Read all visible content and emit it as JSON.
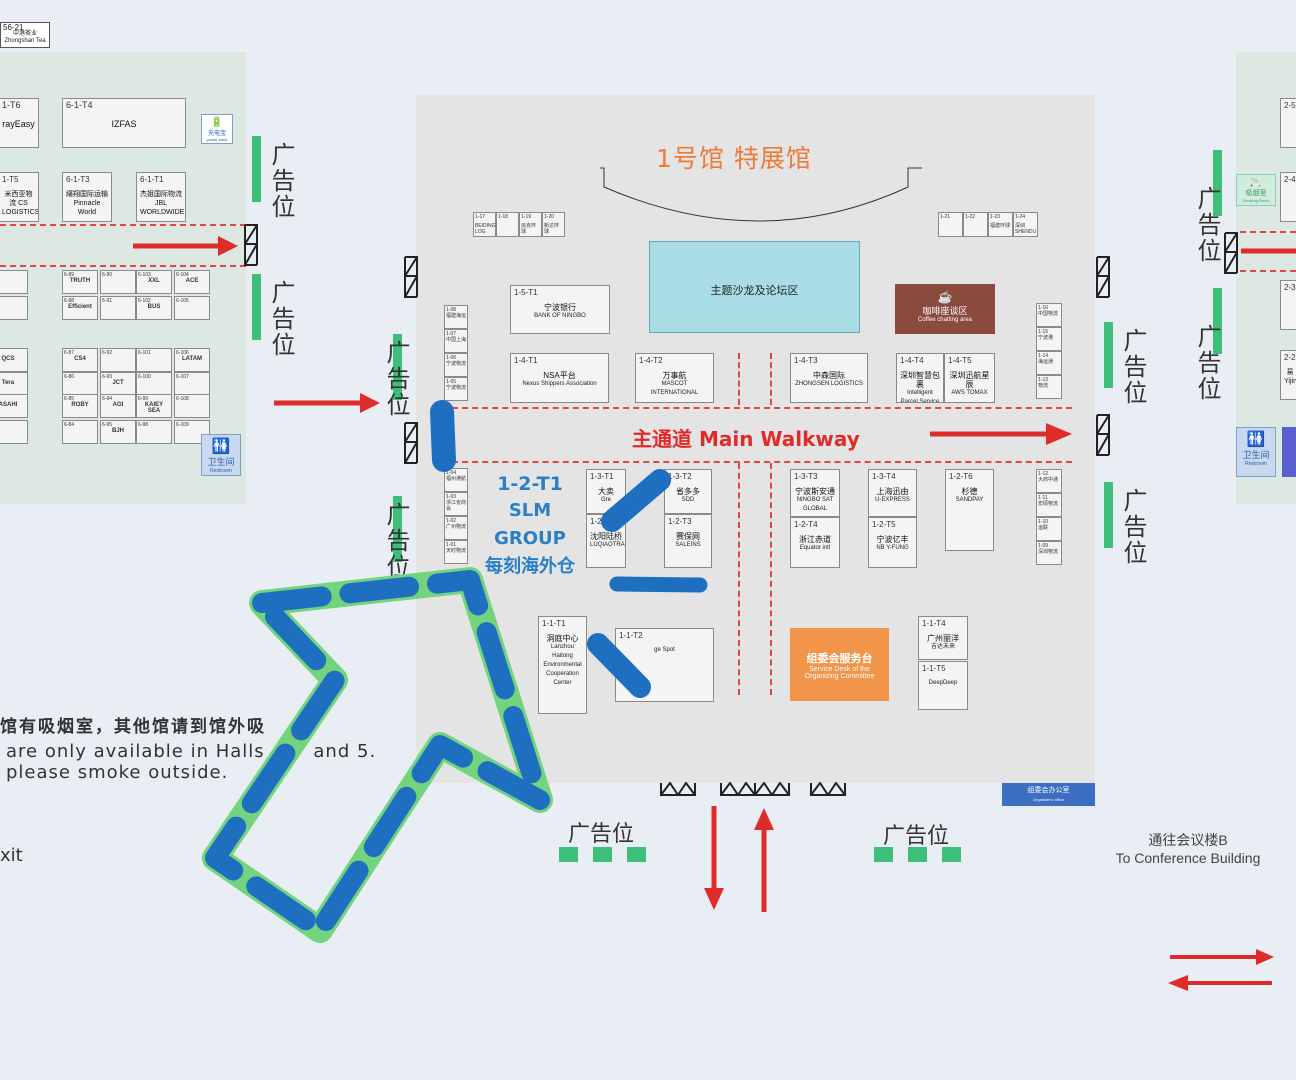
{
  "top_left_tag": {
    "code": "56-21",
    "cn": "中港茶业",
    "en": "Zhongshan Tea"
  },
  "hall_main": {
    "title": "1号馆 特展馆",
    "forum": "主题沙龙及论坛区",
    "coffee_cn": "咖啡座谈区",
    "coffee_en": "Coffee chatting area",
    "walkway": "主通道 Main Walkway",
    "service_cn": "组委会服务台",
    "service_en1": "Service Desk of the",
    "service_en2": "Organizing Committee",
    "office_cn": "组委会办公室",
    "office_en": "Organizer's office",
    "top_small_left": [
      {
        "code": "1-17",
        "name": "BEIDING LOG"
      },
      {
        "code": "1-18",
        "name": ""
      },
      {
        "code": "1-19",
        "name": "派克环球"
      },
      {
        "code": "1-20",
        "name": "新达环球"
      }
    ],
    "top_small_right": [
      {
        "code": "1-21",
        "name": ""
      },
      {
        "code": "1-22",
        "name": ""
      },
      {
        "code": "1-23",
        "name": "福建环球"
      },
      {
        "code": "1-24",
        "name": "深圳 SHENDU"
      }
    ],
    "left_column": [
      {
        "code": "1-08",
        "name": "福建海运"
      },
      {
        "code": "1-07",
        "name": "中国上海"
      },
      {
        "code": "1-06",
        "name": "宁波物流"
      },
      {
        "code": "1-05",
        "name": "宁波物流"
      }
    ],
    "left_column_lower": [
      {
        "code": "1-04",
        "name": "福州港航"
      },
      {
        "code": "1-03",
        "name": "浙江省商会"
      },
      {
        "code": "1-02",
        "name": "广州物流"
      },
      {
        "code": "1-01",
        "name": "天时物流"
      }
    ],
    "right_column": [
      {
        "code": "1-16",
        "name": "中国物流"
      },
      {
        "code": "1-15",
        "name": "宁波港"
      },
      {
        "code": "1-14",
        "name": "海运通"
      },
      {
        "code": "1-13",
        "name": "物流"
      }
    ],
    "right_column_lower": [
      {
        "code": "1-12",
        "name": "大商中通"
      },
      {
        "code": "1-11",
        "name": "宏硕物流"
      },
      {
        "code": "1-10",
        "name": "运联"
      },
      {
        "code": "1-09",
        "name": "深圳物流"
      }
    ],
    "booths": {
      "b1_5_t1": {
        "code": "1-5-T1",
        "name": "宁波银行",
        "en": "BANK OF NINGBO"
      },
      "b1_4_t1": {
        "code": "1-4-T1",
        "name": "NSA平台",
        "en": "Nexus Shippers Association"
      },
      "b1_4_t2": {
        "code": "1-4-T2",
        "name": "万事航",
        "en": "MASCOT INTERNATIONAL"
      },
      "b1_4_t3": {
        "code": "1-4-T3",
        "name": "中森国际",
        "en": "ZHONGSEN LOGISTICS"
      },
      "b1_4_t4": {
        "code": "1-4-T4",
        "name": "深圳智慧包裹",
        "en": "Intelligent Parcel Service"
      },
      "b1_4_t5": {
        "code": "1-4-T5",
        "name": "深圳迅航星辰",
        "en": "AWS TOMAX"
      },
      "b1_2_t1": {
        "code": "1-2-T1",
        "name": "SLM GROUP",
        "en": "每刻海外仓"
      },
      "b1_3_t1": {
        "code": "1-3-T1",
        "name": "大卖",
        "en": "Gre"
      },
      "b1_2_t2": {
        "code": "1-2-",
        "name": "沈阳陆桥",
        "en": "LUQIAOTRANS"
      },
      "b1_3_t2": {
        "code": "1-3-T2",
        "name": "省多多",
        "en": "SDD"
      },
      "b1_2_t3": {
        "code": "1-2-T3",
        "name": "赛保网",
        "en": "SALEINS"
      },
      "b1_3_t3": {
        "code": "1-3-T3",
        "name": "宁波斯安通",
        "en": "NINGBO SAT GLOBAL"
      },
      "b1_3_t4": {
        "code": "1-3-T4",
        "name": "上海迅由",
        "en": "U-EXPRESS"
      },
      "b1_2_t6": {
        "code": "1-2-T6",
        "name": "杉德",
        "en": "SANDPAY"
      },
      "b1_2_t4": {
        "code": "1-2-T4",
        "name": "浙江赤道",
        "en": "Equator intl"
      },
      "b1_2_t5": {
        "code": "1-2-T5",
        "name": "宁波亿丰",
        "en": "NB Y-FUNG"
      },
      "b1_1_t1": {
        "code": "1-1-T1",
        "name": "洞庭中心",
        "en": "Lanzhou Haitong Environmental Cooperation Center"
      },
      "b1_1_t2": {
        "code": "1-1-T2",
        "name": "",
        "en": "ge Spot"
      },
      "b1_1_t4": {
        "code": "1-1-T4",
        "name": "广州丽洋",
        "en": "吉达未来"
      },
      "b1_1_t5": {
        "code": "1-1-T5",
        "name": "",
        "en": "DeepDeep"
      }
    }
  },
  "hall_left": {
    "booths": [
      {
        "code": "1-T6",
        "name": "rayEasy"
      },
      {
        "code": "6-1-T4",
        "name": "IZFAS"
      },
      {
        "code": "1-T5",
        "name": "米西亚物流 CS LOGISTICS"
      },
      {
        "code": "6-1-T3",
        "name": "縉翔国际运输 Pinnacle World"
      },
      {
        "code": "6-1-T1",
        "name": "杰姐国际物流 JBL WORLDWIDE"
      }
    ],
    "grid_cols": [
      [
        {
          "code": "6-76",
          "name": ""
        },
        {
          "code": "6-77",
          "name": ""
        },
        {
          "code": "6-78",
          "name": "QCS"
        },
        {
          "code": "6-79",
          "name": "Tera"
        },
        {
          "code": "6-80",
          "name": "ASAHI"
        },
        {
          "code": "6-81",
          "name": ""
        }
      ],
      [
        {
          "code": "6-89",
          "name": "TRUTH"
        },
        {
          "code": "6-88",
          "name": "Efficient"
        },
        {
          "code": "6-87",
          "name": "CS4"
        },
        {
          "code": "6-86",
          "name": ""
        },
        {
          "code": "6-85",
          "name": "ROBY"
        },
        {
          "code": "6-84",
          "name": ""
        }
      ],
      [
        {
          "code": "6-90",
          "name": ""
        },
        {
          "code": "6-91",
          "name": ""
        },
        {
          "code": "6-92",
          "name": ""
        },
        {
          "code": "6-93",
          "name": "JCT"
        },
        {
          "code": "6-94",
          "name": "AGI"
        },
        {
          "code": "6-95",
          "name": "BJH"
        }
      ],
      [
        {
          "code": "6-103",
          "name": "XXL"
        },
        {
          "code": "6-102",
          "name": "BUS"
        },
        {
          "code": "6-101",
          "name": ""
        },
        {
          "code": "6-100",
          "name": ""
        },
        {
          "code": "6-99",
          "name": "KAIEY SEA"
        },
        {
          "code": "6-98",
          "name": ""
        }
      ],
      [
        {
          "code": "6-104",
          "name": "ACE"
        },
        {
          "code": "6-105",
          "name": ""
        },
        {
          "code": "6-106",
          "name": "LATAM"
        },
        {
          "code": "6-107",
          "name": ""
        },
        {
          "code": "6-108",
          "name": ""
        },
        {
          "code": "6-109",
          "name": ""
        }
      ]
    ],
    "powerbank_cn": "充电宝",
    "powerbank_en": "power bank",
    "restroom_cn": "卫生间",
    "restroom_en": "Restroom"
  },
  "hall_right": {
    "smoking_cn": "吸烟室",
    "smoking_en": "Smoking Room",
    "restroom_cn": "卫生间",
    "restroom_en": "Restroom",
    "booths": [
      {
        "code": "2-5"
      },
      {
        "code": "2-4"
      },
      {
        "code": "2-3"
      },
      {
        "code": "2-2",
        "name": "易Yijin"
      }
    ]
  },
  "ad_label": "广告位",
  "smoking_notice": {
    "line1": "馆有吸烟室，其他馆请到馆外吸",
    "line2": "are only available in Halls",
    "line2b": "and 5.",
    "line3": "please smoke outside.",
    "line4": "xit"
  },
  "conference": {
    "cn": "通往会议楼B",
    "en": "To Conference Building"
  },
  "colors": {
    "walkway_red": "#e02b2b",
    "title_orange": "#ee7a3a",
    "ad_green": "#3dbf7a",
    "annotation_blue": "#1f6fc1",
    "annotation_green": "#74d47e"
  }
}
